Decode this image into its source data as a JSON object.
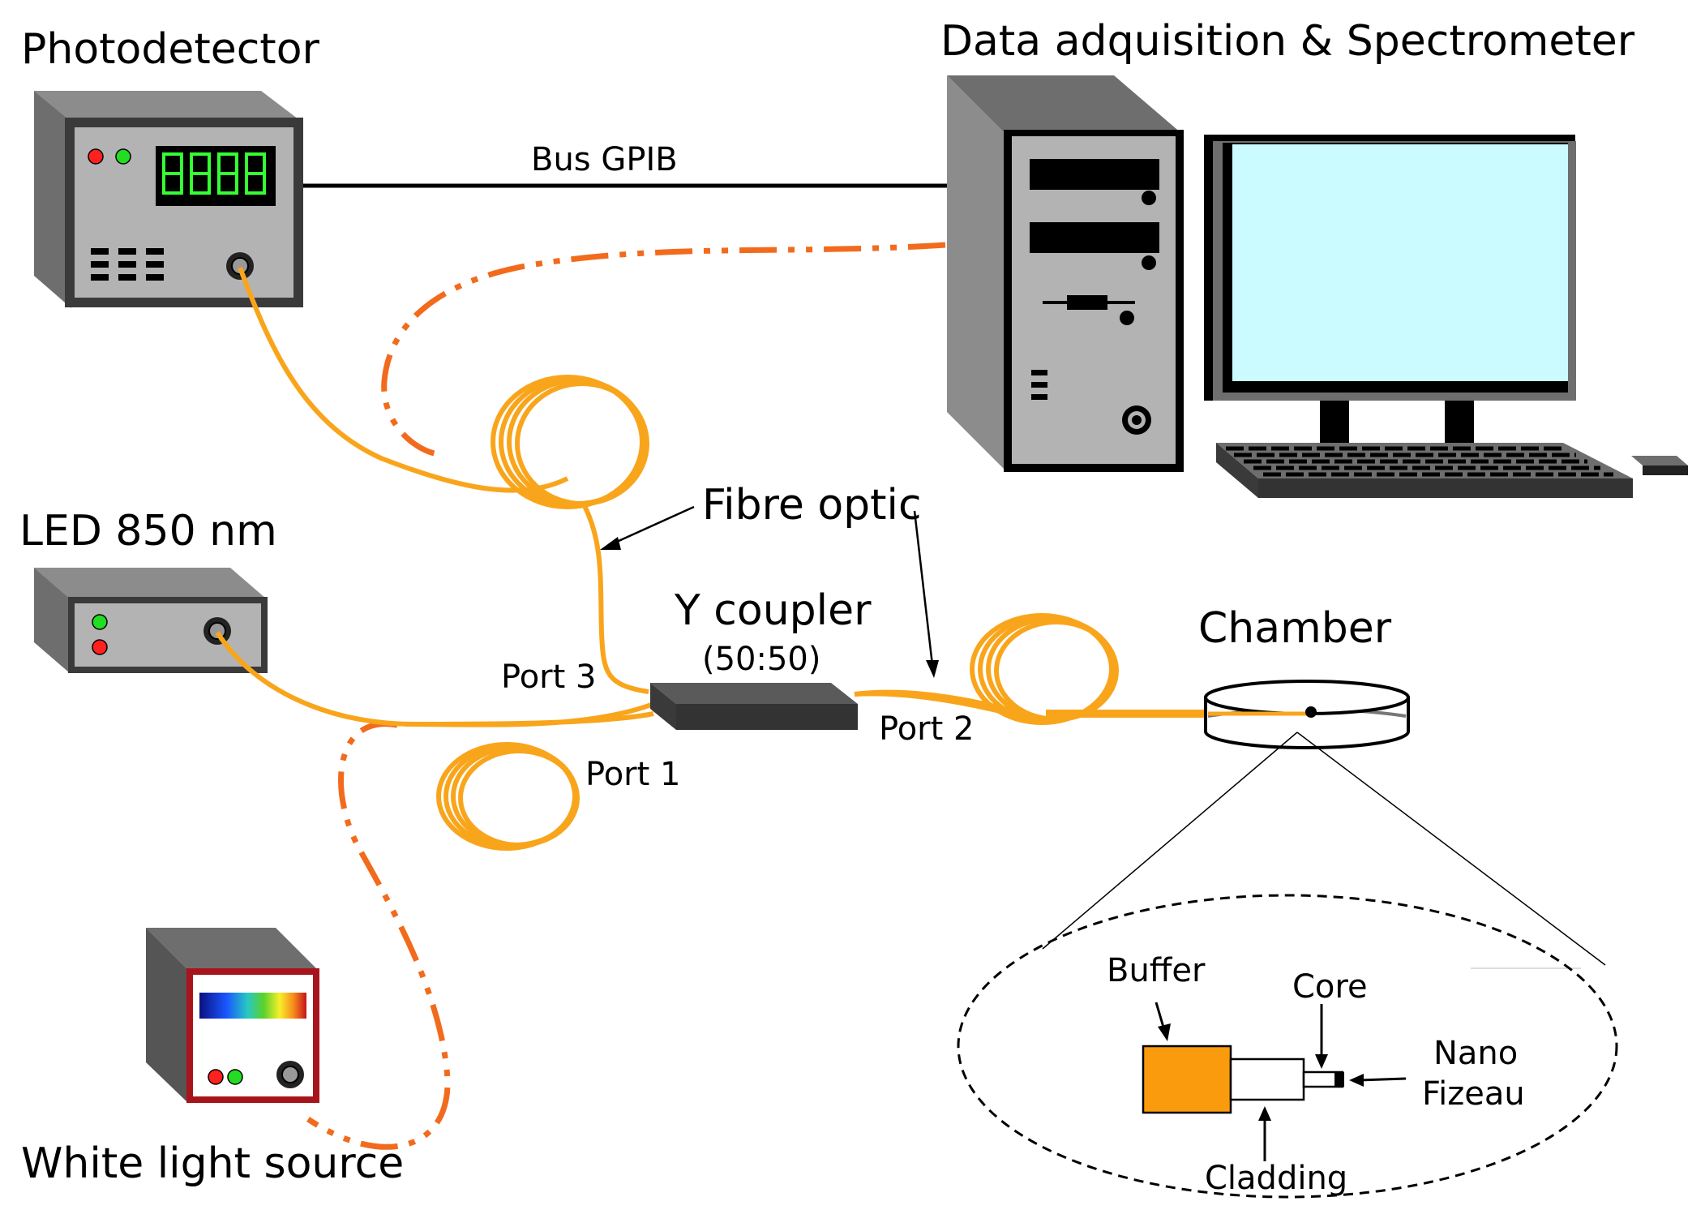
{
  "labels": {
    "photodetector": "Photodetector",
    "daq": "Data adquisition & Spectrometer",
    "bus": "Bus GPIB",
    "led": "LED 850 nm",
    "fibre": "Fibre optic",
    "coupler": "Y coupler",
    "ratio": "(50:50)",
    "port1": "Port 1",
    "port2": "Port 2",
    "port3": "Port 3",
    "chamber": "Chamber",
    "white": "White light source",
    "buffer": "Buffer",
    "core": "Core",
    "cladding": "Cladding",
    "nano1": "Nano",
    "nano2": "Fizeau"
  },
  "colors": {
    "fiber": "#f9a51c",
    "dashed_fiber": "#f26b1d",
    "device_gray": "#b3b3b3",
    "device_dark": "#6e6e6e",
    "led_display_green": "#33ff33",
    "monitor_screen": "#ccfbff",
    "buffer_fill": "#f99b0c"
  },
  "icons": [
    "photodetector-device",
    "computer-tower",
    "monitor",
    "keyboard",
    "mouse",
    "led-source",
    "white-light-source",
    "y-coupler",
    "chamber"
  ]
}
